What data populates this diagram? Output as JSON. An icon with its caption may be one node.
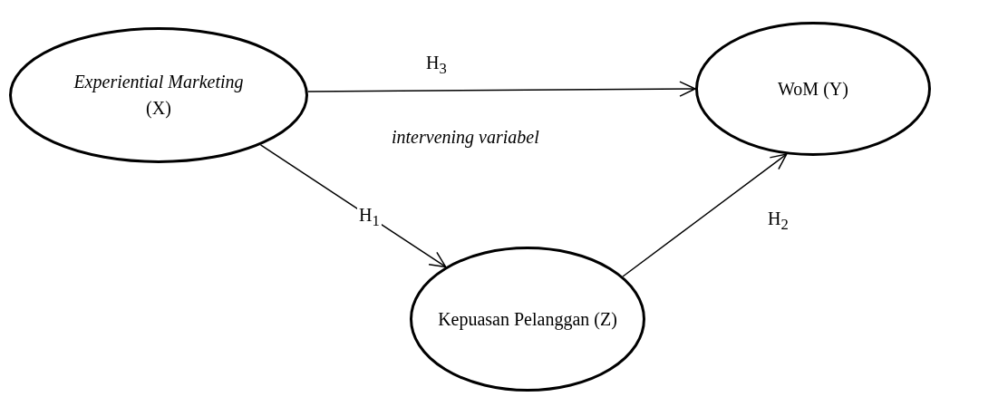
{
  "diagram": {
    "nodes": [
      {
        "text": [
          "*Experiential Marketing* (X)"
        ]
      },
      {
        "text": [
          "WoM (Y)"
        ]
      },
      {
        "text": [
          "Kepuasan Pelanggan (Z)"
        ]
      }
    ],
    "edges": [
      {
        "from": 0,
        "to": 1,
        "arrow": "to",
        "label": "H$_{3}$"
      },
      {
        "from": 0,
        "to": 2,
        "arrow": "to",
        "label": "H$_{1}$"
      },
      {
        "from": 2,
        "to": 1,
        "arrow": "to",
        "label": "H$_{2}$"
      }
    ],
    "labels": [
      "intervening variabel"
    ]
  }
}
